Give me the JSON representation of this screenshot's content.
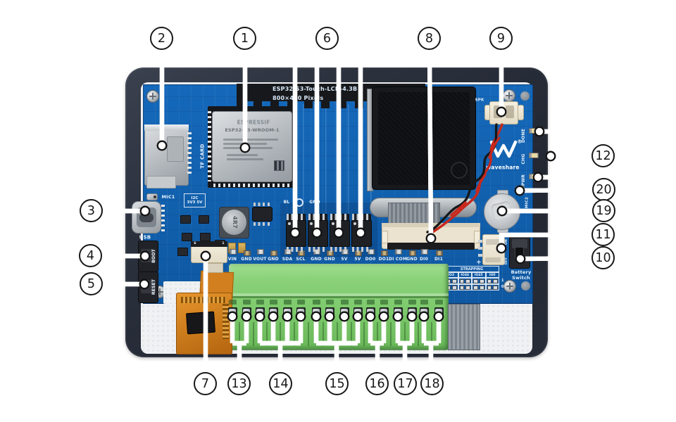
{
  "callouts": {
    "n1": "1",
    "n2": "2",
    "n3": "3",
    "n4": "4",
    "n5": "5",
    "n6": "6",
    "n7": "7",
    "n8": "8",
    "n9": "9",
    "n10": "10",
    "n11": "11",
    "n12": "12",
    "n13": "13",
    "n14": "14",
    "n15": "15",
    "n16": "16",
    "n17": "17",
    "n18": "18",
    "n19": "19",
    "n20": "20"
  },
  "board": {
    "title_line1": "ESP32-S3-Touch-LCD-4.3B",
    "title_line2": "800×480 Pixels"
  },
  "module": {
    "brand": "ESPRESSIF",
    "part": "ESP32-S3-WROOM-1"
  },
  "logo": {
    "brand": "waveshare",
    "registered": "®"
  },
  "labels": {
    "tf_card": "TF CARD",
    "mic1": "MIC1",
    "mic2": "MIC2",
    "usb": "USB",
    "boot": "BOOT",
    "reset": "RESET",
    "spk": "SPK",
    "done": "DONE",
    "chg": "CHG",
    "pwr": "PWR",
    "i2c_line1": "I2C",
    "i2c_line2": "3V3 5V",
    "bl": "BL",
    "gnd": "GND",
    "inductor": "4R7",
    "on": "ON",
    "off": "OFF",
    "battery_line1": "Battery",
    "battery_line2": "Switch",
    "strapping": "STRAPPING",
    "plus": "+",
    "pin6": "6",
    "pin1": "1"
  },
  "strapping_table": {
    "headers": [
      "IO3",
      "IO46",
      "IO45",
      "IO0"
    ],
    "row_values": [
      "1",
      "0"
    ]
  },
  "terminal": {
    "pins": [
      "VIN",
      "GND",
      "VOUT",
      "GND",
      "SDA",
      "SCL",
      "GND",
      "GND",
      "5V",
      "5V",
      "DO0",
      "DO1",
      "DI COM",
      "GND",
      "DI0",
      "DI1"
    ]
  },
  "colors": {
    "pcb_blue": "#1262b0",
    "bezel_dark": "#262b36",
    "terminal_green": "#84cc74",
    "wire_red": "#c8281c",
    "foam_white": "#eff1f3",
    "silkscreen": "#e9f2fb"
  }
}
